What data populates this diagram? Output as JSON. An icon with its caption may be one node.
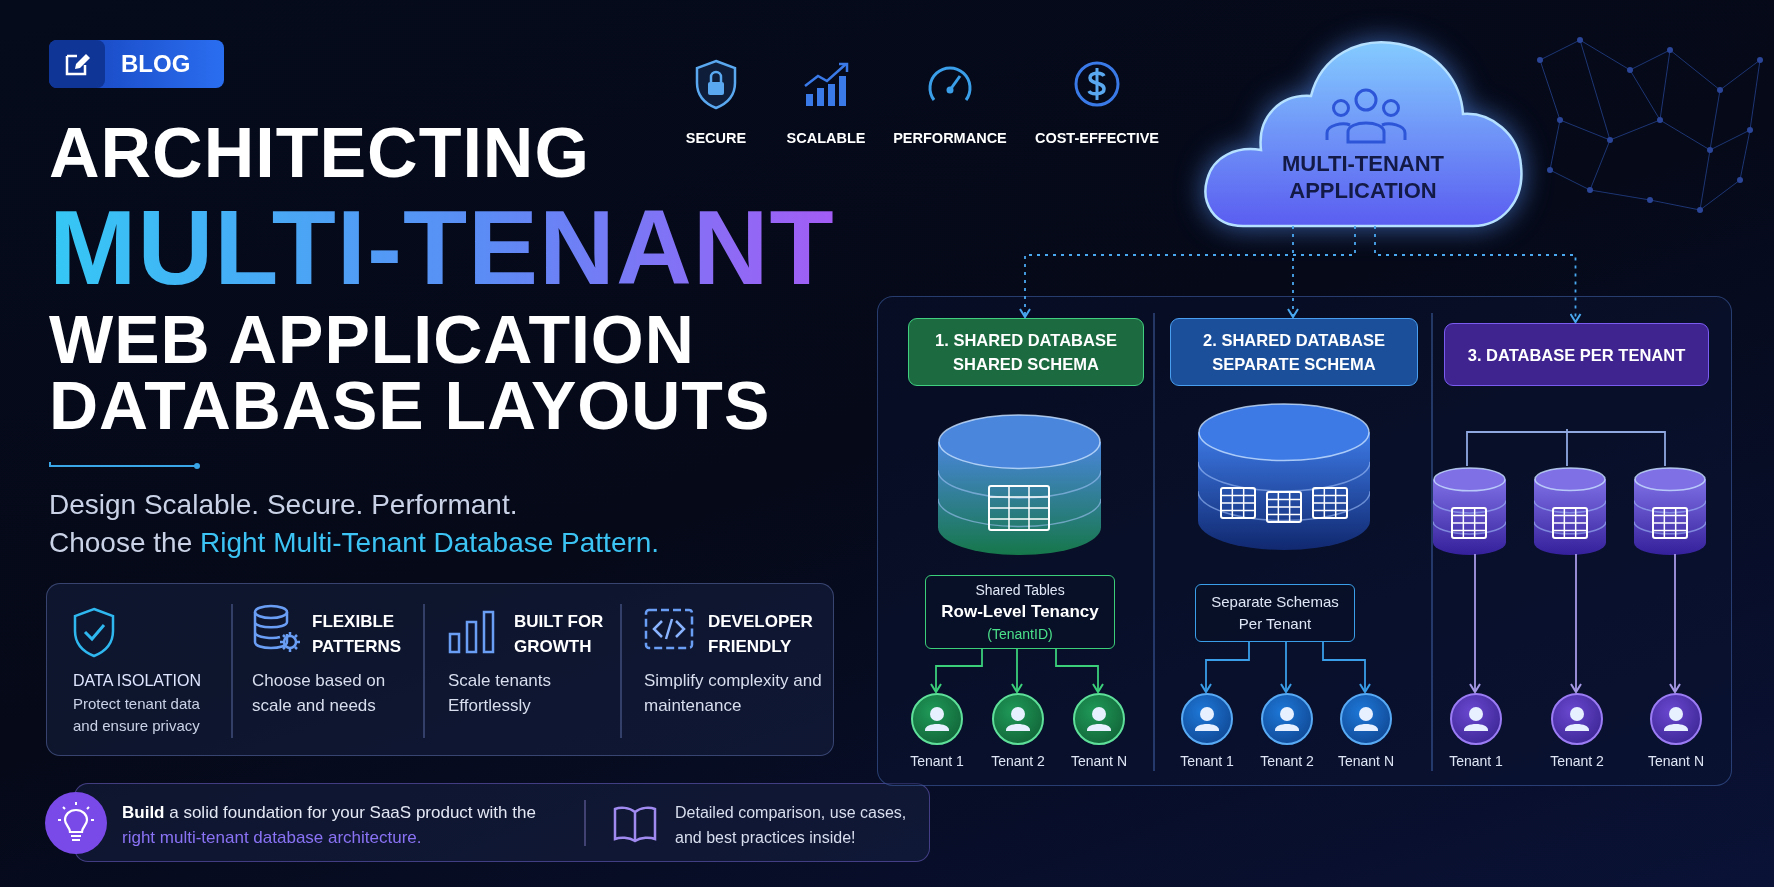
{
  "diagram": {
    "title": "ARCHITECTING MULTI-TENANT WEB APPLICATION DATABASE LAYOUTS",
    "nodes": [
      {
        "text": [
          "BLOG"
        ]
      },
      {
        "text": [
          "DATA ISOLATION",
          "Protect tenant data and ensure privacy",
          "FLEXIBLE PATTERNS",
          "Choose based on scale and needs",
          "BUILT FOR GROWTH",
          "Scale tenants Effortlessly",
          "DEVELOPER FRIENDLY",
          "Simplify complexity and maintenance"
        ]
      },
      {
        "text": [
          "**Build** a solid foundation for your SaaS product with the *right multi-tenant database architecture.*",
          "Detailed comparison, use cases, and best practices inside!"
        ]
      },
      {
        "text": [
          "MULTI-TENANT APPLICATION"
        ]
      },
      {
        "text": [],
        "shape": "box"
      },
      {
        "text": [
          "1. SHARED DATABASE SHARED SCHEMA"
        ],
        "in": 4
      },
      {
        "text": [
          "2. SHARED DATABASE SEPARATE SCHEMA"
        ],
        "in": 4
      },
      {
        "text": [
          "3. DATABASE PER TENANT"
        ],
        "in": 4
      },
      {
        "text": [],
        "shape": "cylinder",
        "in": 4
      },
      {
        "text": [],
        "shape": "cylinder",
        "in": 4
      },
      {
        "text": [],
        "shape": "cylinder",
        "in": 4
      },
      {
        "text": [],
        "shape": "cylinder",
        "in": 4
      },
      {
        "text": [],
        "shape": "cylinder",
        "in": 4
      },
      {
        "text": [
          "Shared Tables",
          "Row-Level Tenancy",
          "(TenantID)"
        ],
        "in": 4
      },
      {
        "text": [
          "Separate Schemas Per Tenant"
        ],
        "in": 4
      },
      {
        "text": [],
        "shape": "circle",
        "beside": [
          "Tenant 1"
        ],
        "in": 4
      },
      {
        "text": [],
        "shape": "circle",
        "beside": [
          "Tenant 2"
        ],
        "in": 4
      },
      {
        "text": [],
        "shape": "circle",
        "beside": [
          "Tenant N"
        ],
        "in": 4
      },
      {
        "text": [],
        "shape": "circle",
        "beside": [
          "Tenant 1"
        ],
        "in": 4
      },
      {
        "text": [],
        "shape": "circle",
        "beside": [
          "Tenant 2"
        ],
        "in": 4
      },
      {
        "text": [],
        "shape": "circle",
        "beside": [
          "Tenant N"
        ],
        "in": 4
      },
      {
        "text": [],
        "shape": "circle",
        "beside": [
          "Tenant 1"
        ],
        "in": 4
      },
      {
        "text": [],
        "shape": "circle",
        "beside": [
          "Tenant 2"
        ],
        "in": 4
      },
      {
        "text": [],
        "shape": "circle",
        "beside": [
          "Tenant N"
        ],
        "in": 4
      }
    ],
    "edges": [
      {
        "from": 3,
        "to": 5,
        "arrow": "to",
        "style": "dashed",
        "color": "#4aa8f0"
      },
      {
        "from": 3,
        "to": 6,
        "arrow": "to",
        "style": "dashed",
        "color": "#4aa8f0"
      },
      {
        "from": 3,
        "to": 7,
        "arrow": "to",
        "style": "dashed",
        "color": "#4aa8f0"
      },
      {
        "from": 13,
        "to": 15,
        "arrow": "to",
        "color": "#3ccf7a"
      },
      {
        "from": 13,
        "to": 16,
        "arrow": "to",
        "color": "#3ccf7a"
      },
      {
        "from": 13,
        "to": 17,
        "arrow": "to",
        "color": "#3ccf7a"
      },
      {
        "from": 14,
        "to": 18,
        "arrow": "to",
        "color": "#3a9ee8"
      },
      {
        "from": 14,
        "to": 19,
        "arrow": "to",
        "color": "#3a9ee8"
      },
      {
        "from": 14,
        "to": 20,
        "arrow": "to",
        "color": "#3a9ee8"
      },
      {
        "from": 10,
        "to": 21,
        "arrow": "to",
        "color": "#a99ae8"
      },
      {
        "from": 11,
        "to": 22,
        "arrow": "to",
        "color": "#a99ae8"
      },
      {
        "from": 12,
        "to": 23,
        "arrow": "to",
        "color": "#a99ae8"
      }
    ],
    "labels": [
      "SECURE",
      "SCALABLE",
      "PERFORMANCE",
      "COST-EFFECTIVE",
      "Design Scalable. Secure. Performant.",
      "Choose the **Right Multi-Tenant Database Pattern.**"
    ]
  }
}
